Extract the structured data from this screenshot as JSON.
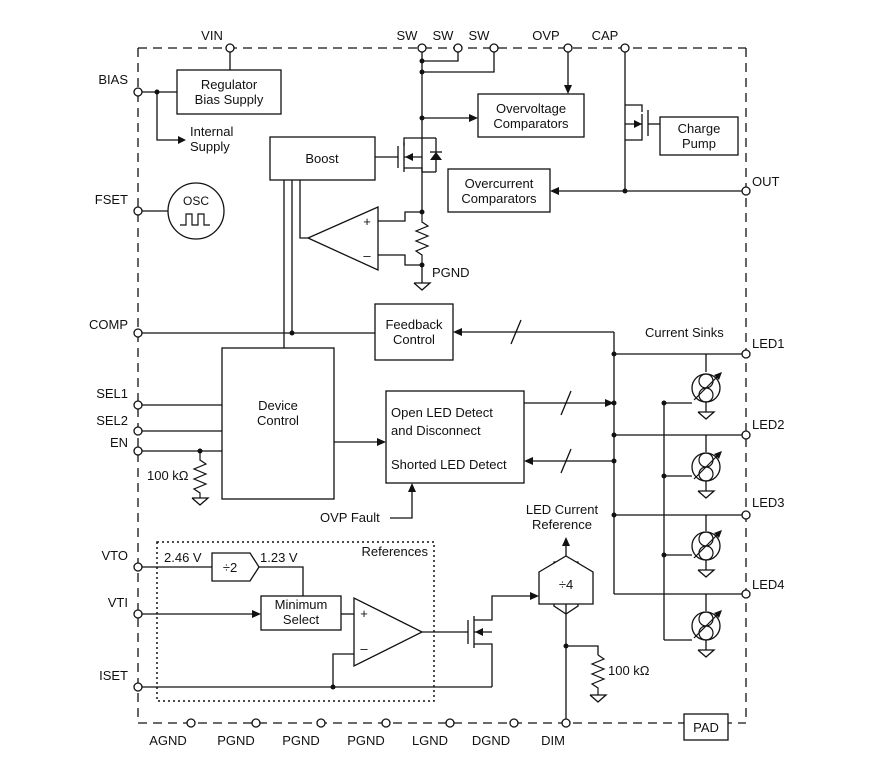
{
  "pins": {
    "vin": "VIN",
    "sw1": "SW",
    "sw2": "SW",
    "sw3": "SW",
    "ovp": "OVP",
    "cap": "CAP",
    "bias": "BIAS",
    "fset": "FSET",
    "comp": "COMP",
    "sel1": "SEL1",
    "sel2": "SEL2",
    "en": "EN",
    "vto": "VTO",
    "vti": "VTI",
    "iset": "ISET",
    "out": "OUT",
    "led1": "LED1",
    "led2": "LED2",
    "led3": "LED3",
    "led4": "LED4",
    "agnd": "AGND",
    "pgnd1": "PGND",
    "pgnd2": "PGND",
    "pgnd3": "PGND",
    "lgnd": "LGND",
    "dgnd": "DGND",
    "dim": "DIM",
    "pad": "PAD"
  },
  "blocks": {
    "regulator_line1": "Regulator",
    "regulator_line2": "Bias Supply",
    "internal_line1": "Internal",
    "internal_line2": "Supply",
    "osc": "OSC",
    "boost": "Boost",
    "ov_line1": "Overvoltage",
    "ov_line2": "Comparators",
    "oc_line1": "Overcurrent",
    "oc_line2": "Comparators",
    "cp_line1": "Charge",
    "cp_line2": "Pump",
    "fb_line1": "Feedback",
    "fb_line2": "Control",
    "dev_line1": "Device",
    "dev_line2": "Control",
    "open_line1": "Open LED Detect",
    "open_line2": "and Disconnect",
    "shorted": "Shorted LED Detect",
    "div2": "÷2",
    "div4": "÷4",
    "min_line1": "Minimum",
    "min_line2": "Select",
    "references": "References",
    "current_sinks": "Current Sinks",
    "ref_line1": "LED Current",
    "ref_line2": "Reference",
    "ovp_fault": "OVP Fault",
    "v246": "2.46 V",
    "v123": "1.23 V",
    "r100k_en": "100 kΩ",
    "r100k_dim": "100 kΩ",
    "pgnd_int": "PGND",
    "plus1": "+",
    "minus1": "–",
    "plus2": "+",
    "minus2": "–"
  }
}
